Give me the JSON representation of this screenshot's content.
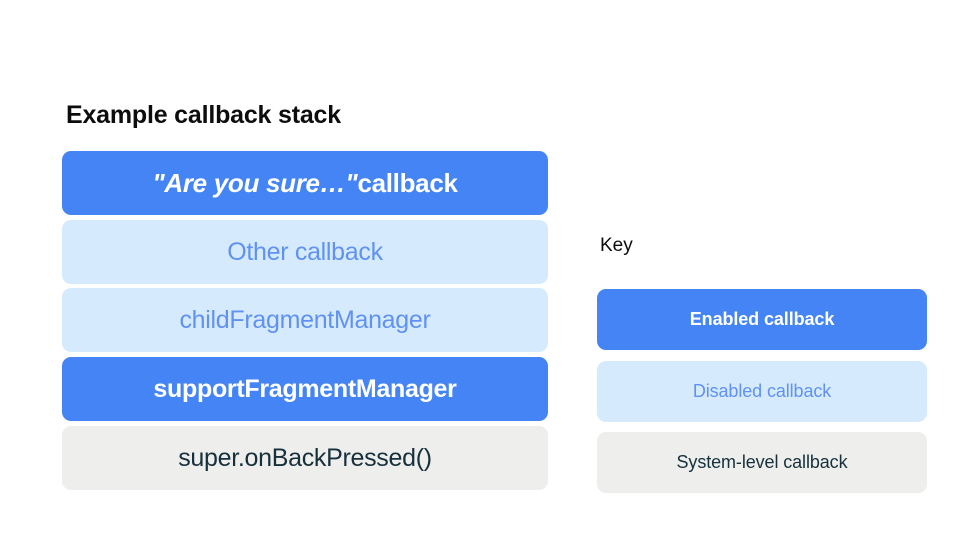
{
  "diagram": {
    "background_color": "#ffffff",
    "stack": {
      "title": "Example callback stack",
      "items": [
        {
          "label": "\"Are you sure…\" callback",
          "state": "enabled",
          "quoted_italic": true,
          "trailing_text": " callback",
          "quoted_text": "\"Are you sure…\""
        },
        {
          "label": "Other callback",
          "state": "disabled",
          "quoted_italic": false
        },
        {
          "label": "childFragmentManager",
          "state": "disabled",
          "quoted_italic": false
        },
        {
          "label": "supportFragmentManager",
          "state": "enabled",
          "quoted_italic": false
        },
        {
          "label": "super.onBackPressed()",
          "state": "system",
          "quoted_italic": false
        }
      ]
    },
    "key": {
      "title": "Key",
      "items": [
        {
          "label": "Enabled callback",
          "state": "enabled"
        },
        {
          "label": "Disabled callback",
          "state": "disabled"
        },
        {
          "label": "System-level callback",
          "state": "system"
        }
      ]
    },
    "colors": {
      "enabled_fill": "#4484f4",
      "enabled_text": "#ffffff",
      "disabled_fill": "#d5ebfd",
      "disabled_text": "#6091f3",
      "system_fill": "#eeeeed",
      "system_text": "#16303c",
      "heading_text": "#0d0d0d"
    }
  }
}
